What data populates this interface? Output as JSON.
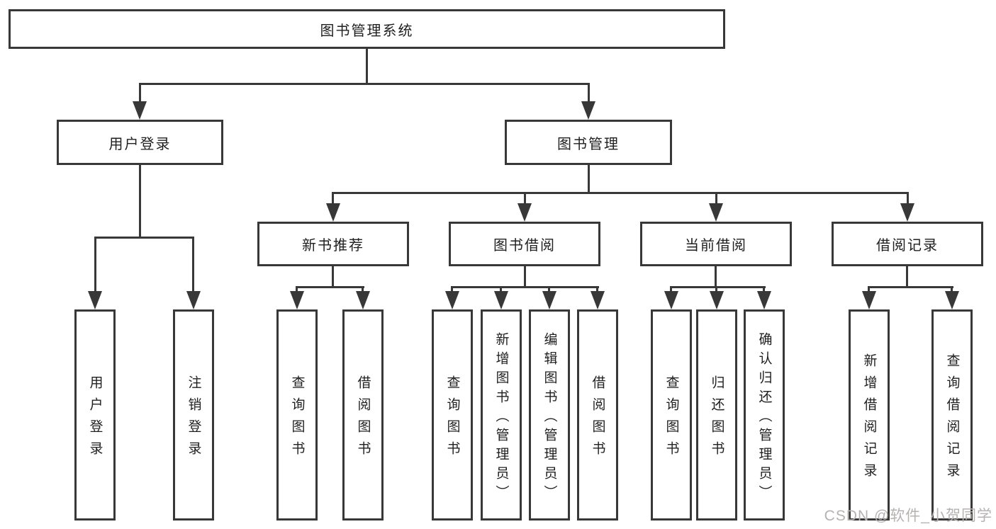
{
  "diagram_title": "图书管理系统",
  "tree": {
    "root": "图书管理系统",
    "user_login_branch": {
      "label": "用户登录",
      "children": [
        "用户登录",
        "注销登录"
      ]
    },
    "book_mgmt_branch": {
      "label": "图书管理",
      "children": [
        {
          "label": "新书推荐",
          "children": [
            "查询图书",
            "借阅图书"
          ]
        },
        {
          "label": "图书借阅",
          "children": [
            "查询图书",
            "新增图书（管理员）",
            "编辑图书（管理员）",
            "借阅图书"
          ]
        },
        {
          "label": "当前借阅",
          "children": [
            "查询图书",
            "归还图书",
            "确认归还（管理员）"
          ]
        },
        {
          "label": "借阅记录",
          "children": [
            "新增借阅记录",
            "查询借阅记录"
          ]
        }
      ]
    }
  },
  "watermark": "CSDN @软件_小贺同学",
  "colors": {
    "line": "#383838",
    "box_border": "#383838",
    "box_fill": "#ffffff",
    "text": "#1f1f1f",
    "watermark": "#b7b2b2",
    "background": "#ffffff"
  }
}
